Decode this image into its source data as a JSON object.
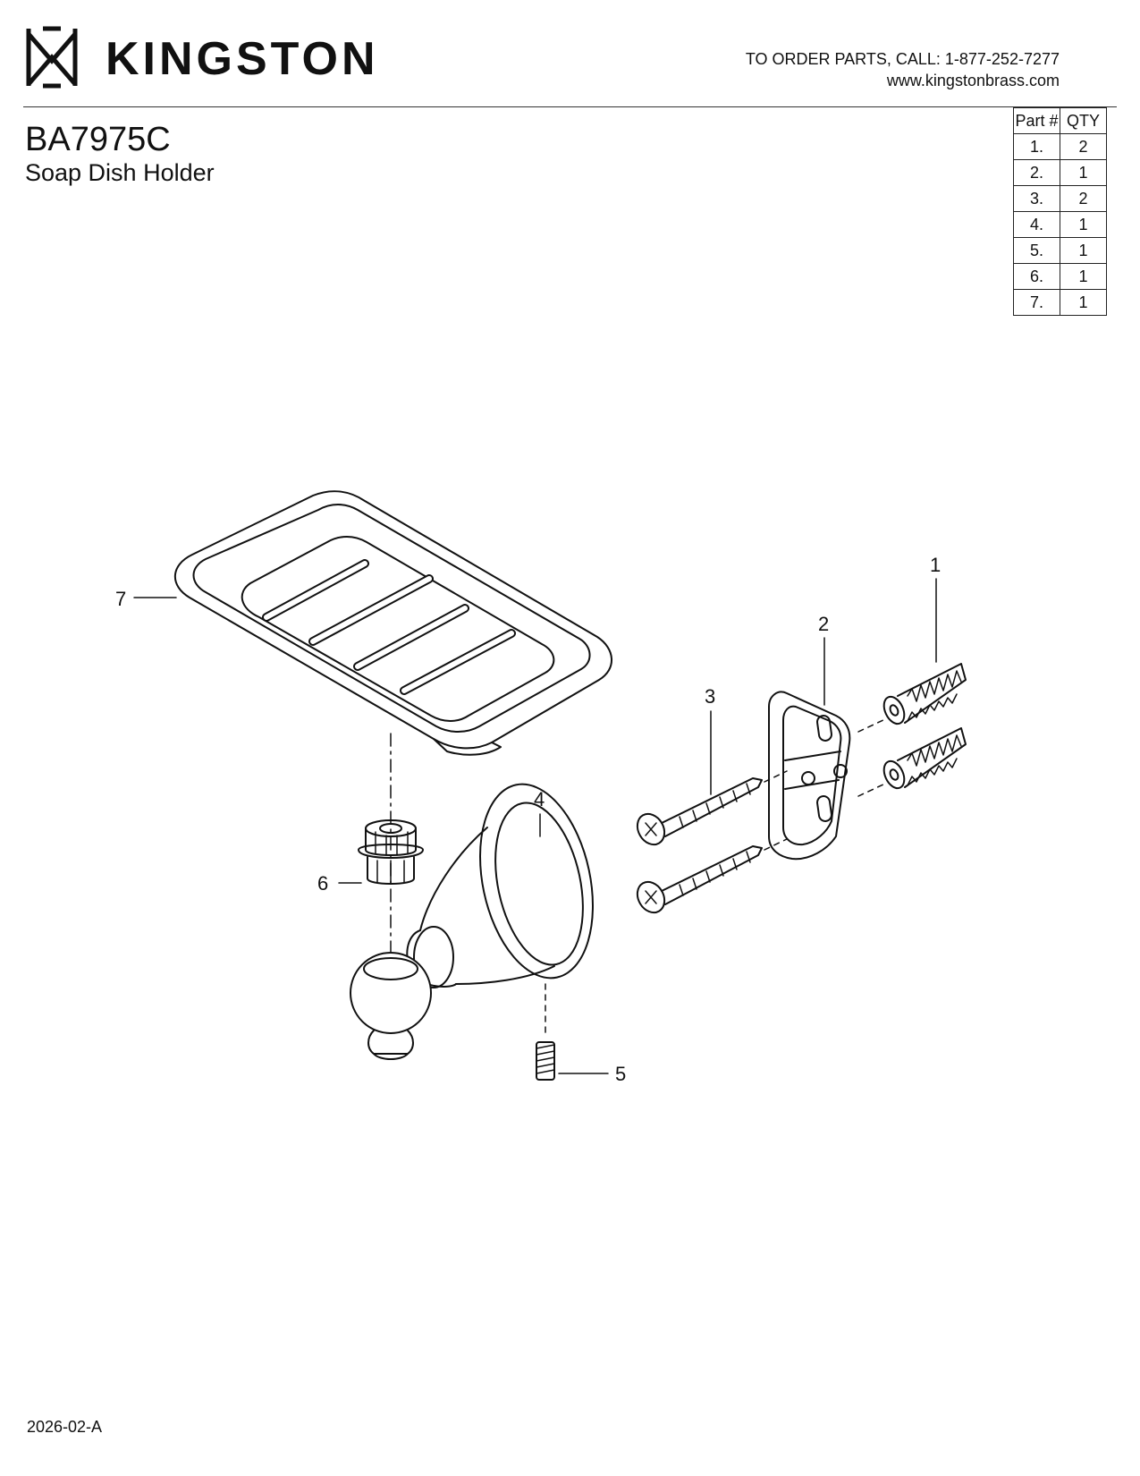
{
  "header": {
    "brand": "KINGSTON",
    "order_line": "TO ORDER PARTS, CALL: 1-877-252-7277",
    "website": "www.kingstonbrass.com"
  },
  "product": {
    "model": "BA7975C",
    "name": "Soap Dish Holder"
  },
  "parts_table": {
    "headers": [
      "Part #",
      "QTY"
    ],
    "rows": [
      {
        "part": "1.",
        "qty": "2"
      },
      {
        "part": "2.",
        "qty": "1"
      },
      {
        "part": "3.",
        "qty": "2"
      },
      {
        "part": "4.",
        "qty": "1"
      },
      {
        "part": "5.",
        "qty": "1"
      },
      {
        "part": "6.",
        "qty": "1"
      },
      {
        "part": "7.",
        "qty": "1"
      }
    ]
  },
  "callouts": [
    "1",
    "2",
    "3",
    "4",
    "5",
    "6",
    "7"
  ],
  "footer": {
    "revision": "2026-02-A"
  }
}
